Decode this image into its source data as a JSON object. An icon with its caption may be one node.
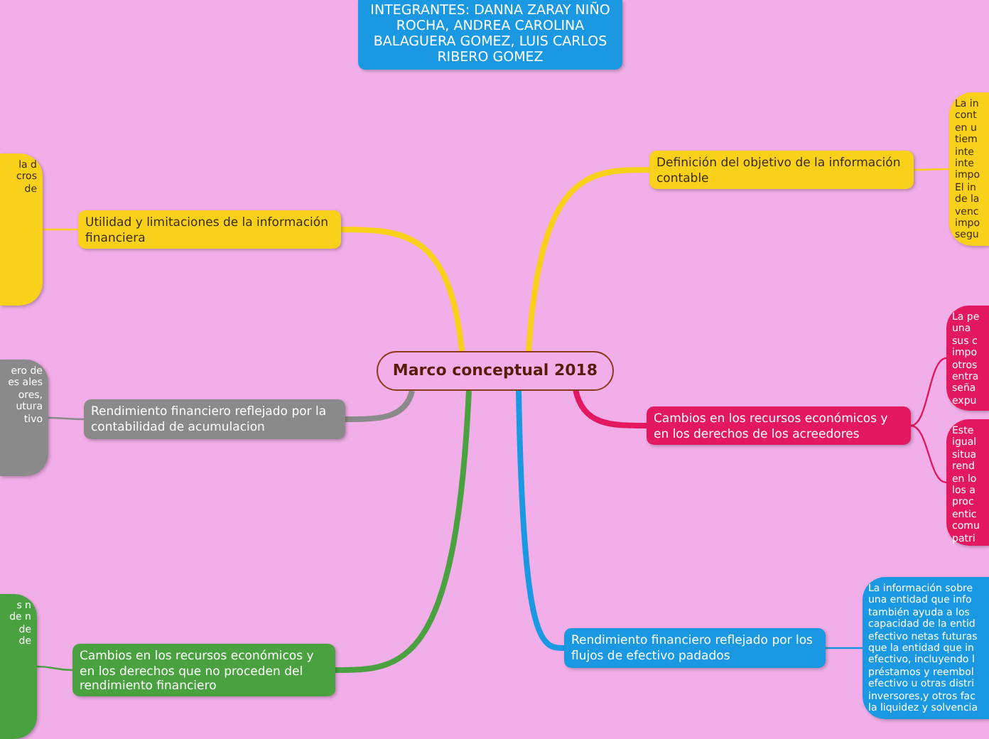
{
  "diagram": {
    "nodes": [
      {
        "text": [
          "Marco conceptual 2018"
        ]
      },
      {
        "text": [
          "INTEGRANTES: DANNA ZARAY NIÑO ROCHA, ANDREA CAROLINA BALAGUERA GOMEZ, LUIS CARLOS RIBERO GOMEZ"
        ]
      },
      {
        "text": [
          "Definición del objetivo de la información contable"
        ]
      },
      {
        "text": [
          "La in cont en u tiem inte inte impo El in de la venc impo segu"
        ]
      },
      {
        "text": [
          "Cambios en los recursos económicos y en los derechos de los acreedores"
        ]
      },
      {
        "text": [
          "La pe una sus c impo otros entra seña expu"
        ]
      },
      {
        "text": [
          "Este igual situa rend en lo los a proc entic comu patri"
        ]
      },
      {
        "text": [
          "Rendimiento financiero reflejado por los flujos de efectivo padados"
        ]
      },
      {
        "text": [
          "La información sobre una entidad que info también ayuda a los capacidad de la entid efectivo netas futuras que la entidad que in efectivo, incluyendo l préstamos y reembol efectivo u otras distri inversores,y otros fac la liquidez y solvencia"
        ]
      },
      {
        "text": [
          "Utilidad y limitaciones de la información financiera"
        ]
      },
      {
        "text": [
          "la d cros de"
        ]
      },
      {
        "text": [
          "Rendimiento financiero reflejado por la contabilidad de acumulacion"
        ]
      },
      {
        "text": [
          "ero de es ales ores, utura tivo"
        ]
      },
      {
        "text": [
          "Cambios en los recursos económicos y en los derechos que no proceden del rendimiento financiero"
        ]
      },
      {
        "text": [
          "s n de n de de"
        ]
      }
    ],
    "edges": [
      {
        "from": 0,
        "to": 2,
        "arrow": "none",
        "style": "thick",
        "color": "#f9d01a"
      },
      {
        "from": 2,
        "to": 3,
        "arrow": "none",
        "color": "#f9d01a"
      },
      {
        "from": 0,
        "to": 4,
        "arrow": "none",
        "style": "thick",
        "color": "#e3185f"
      },
      {
        "from": 4,
        "to": 5,
        "arrow": "none",
        "color": "#e3185f"
      },
      {
        "from": 4,
        "to": 6,
        "arrow": "none",
        "color": "#e3185f"
      },
      {
        "from": 0,
        "to": 7,
        "arrow": "none",
        "style": "thick",
        "color": "#1a98e2"
      },
      {
        "from": 7,
        "to": 8,
        "arrow": "none",
        "color": "#1a98e2"
      },
      {
        "from": 0,
        "to": 9,
        "arrow": "none",
        "style": "thick",
        "color": "#f9d01a"
      },
      {
        "from": 9,
        "to": 10,
        "arrow": "none",
        "color": "#f9d01a"
      },
      {
        "from": 0,
        "to": 11,
        "arrow": "none",
        "style": "thick",
        "color": "#8a8a8a"
      },
      {
        "from": 11,
        "to": 12,
        "arrow": "none",
        "color": "#8a8a8a"
      },
      {
        "from": 0,
        "to": 13,
        "arrow": "none",
        "style": "thick",
        "color": "#4aa140"
      },
      {
        "from": 13,
        "to": 14,
        "arrow": "none",
        "color": "#4aa140"
      }
    ]
  }
}
